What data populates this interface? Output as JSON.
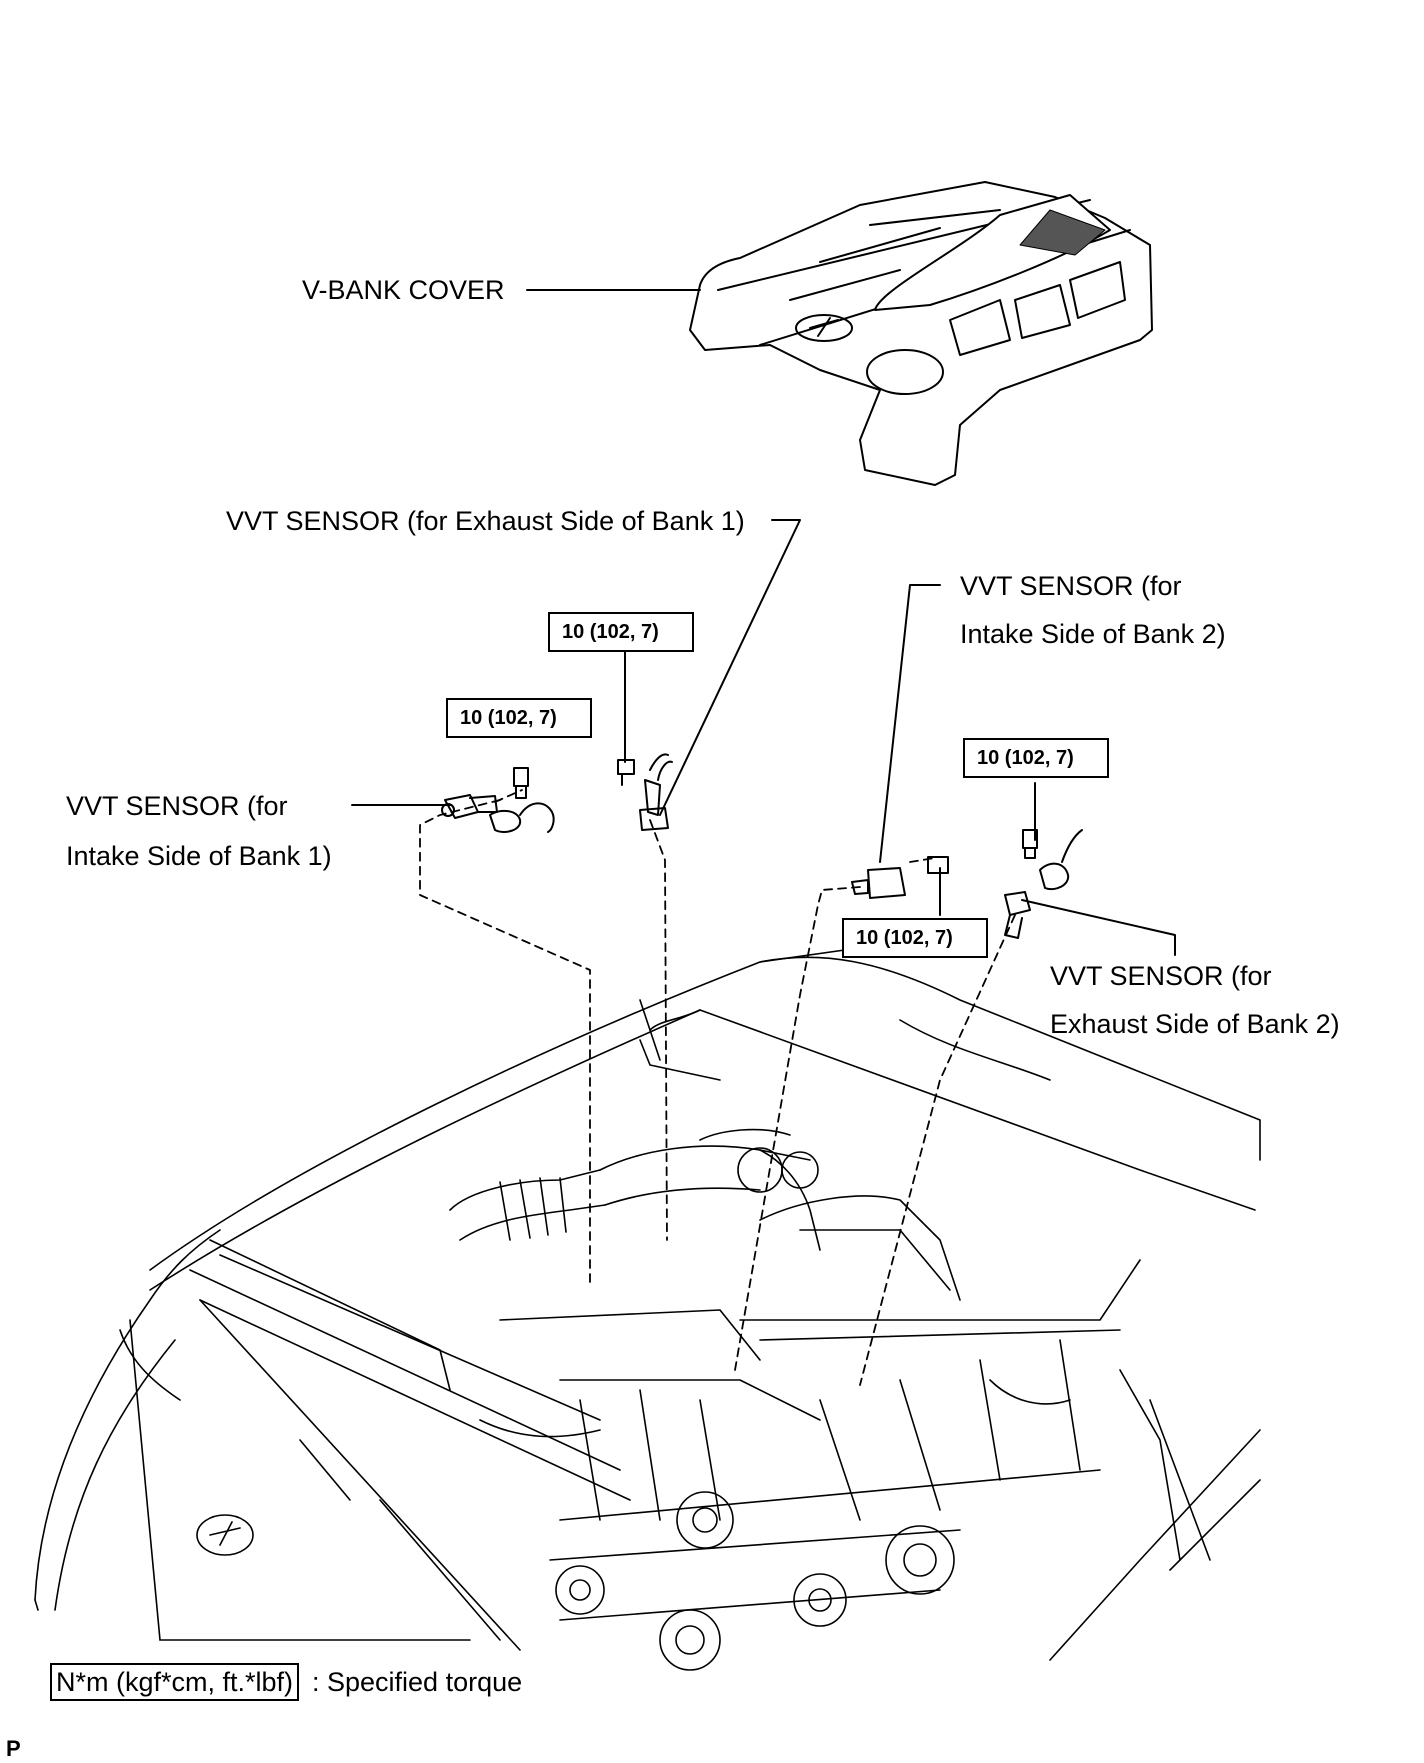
{
  "labels": {
    "vbank_cover": "V-BANK COVER",
    "vvt_ex_b1": "VVT SENSOR (for Exhaust Side of Bank 1)",
    "vvt_in_b2_l1": "VVT SENSOR (for",
    "vvt_in_b2_l2": "Intake Side of Bank 2)",
    "vvt_in_b1_l1": "VVT SENSOR (for",
    "vvt_in_b1_l2": "Intake Side of Bank 1)",
    "vvt_ex_b2_l1": "VVT SENSOR (for",
    "vvt_ex_b2_l2": "Exhaust Side of Bank 2)"
  },
  "torques": [
    "10 (102, 7)",
    "10 (102, 7)",
    "10 (102, 7)",
    "10 (102, 7)"
  ],
  "legend": {
    "box": "N*m (kgf*cm, ft.*lbf)",
    "text": ": Specified torque"
  },
  "page_letter": "P"
}
